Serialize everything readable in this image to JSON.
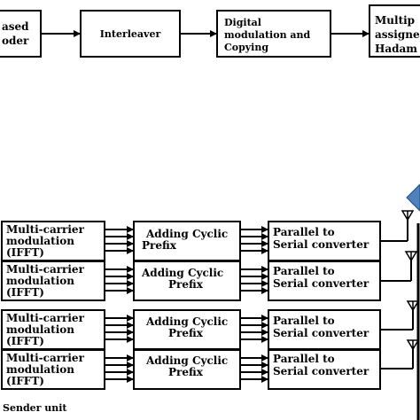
{
  "top_row": {
    "block1": [
      "ased",
      "oder"
    ],
    "block2": [
      "Interleaver"
    ],
    "block3": [
      "Digital",
      "modulation and",
      "Copying"
    ],
    "block4": [
      "Multip",
      "assigne",
      "Hadam"
    ]
  },
  "rows": [
    {
      "mc": [
        "Multi-carrier",
        "modulation",
        "(IFFT)"
      ],
      "cp": [
        "Adding Cyclic",
        "Prefix"
      ],
      "ps": [
        "Parallel to",
        "Serial converter"
      ]
    },
    {
      "mc": [
        "Multi-carrier",
        "modulation",
        "(IFFT)"
      ],
      "cp": [
        "Adding Cyclic",
        "Prefix"
      ],
      "ps": [
        "Parallel to",
        "Serial converter"
      ]
    },
    {
      "mc": [
        "Multi-carrier",
        "modulation",
        "(IFFT)"
      ],
      "cp": [
        "Adding Cyclic",
        "Prefix"
      ],
      "ps": [
        "Parallel to",
        "Serial converter"
      ]
    },
    {
      "mc": [
        "Multi-carrier",
        "modulation",
        "(IFFT)"
      ],
      "cp": [
        "Adding Cyclic",
        "Prefix"
      ],
      "ps": [
        "Parallel to",
        "Serial converter"
      ]
    }
  ],
  "footer": {
    "caption": "Sender unit"
  },
  "colors": {
    "line": "#000000",
    "accent": "#4f81bd"
  }
}
